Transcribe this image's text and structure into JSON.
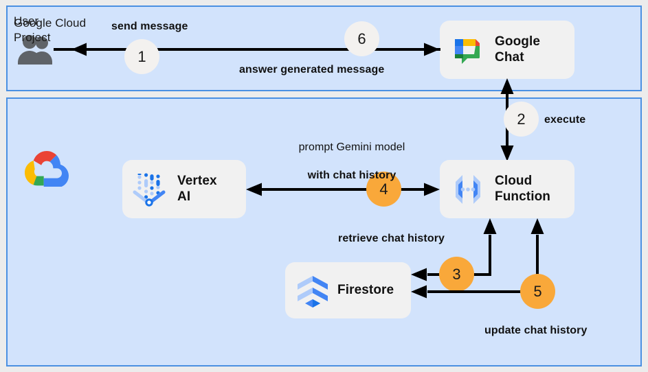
{
  "panels": {
    "user": {
      "title": "User"
    },
    "gcp": {
      "title": "Google Cloud\nProject"
    }
  },
  "cards": {
    "google_chat": {
      "label": "Google\nChat",
      "icon": "google-chat-logo"
    },
    "vertex_ai": {
      "label": "Vertex\nAI",
      "icon": "vertex-ai-logo"
    },
    "cloud_function": {
      "label": "Cloud\nFunction",
      "icon": "cloud-functions-logo"
    },
    "firestore": {
      "label": "Firestore",
      "icon": "firestore-logo"
    }
  },
  "icons": {
    "user": "users-icon",
    "google_cloud": "google-cloud-logo"
  },
  "flows": [
    {
      "step": "1",
      "label": "send message",
      "badge_style": "plain"
    },
    {
      "step": "2",
      "label": "execute",
      "badge_style": "plain"
    },
    {
      "step": "3",
      "label": "retrieve chat history",
      "badge_style": "accent"
    },
    {
      "step": "4",
      "label": "prompt Gemini model",
      "label2": "with chat history",
      "badge_style": "accent"
    },
    {
      "step": "5",
      "label": "update chat history",
      "badge_style": "accent"
    },
    {
      "step": "6",
      "label": "answer generated message",
      "badge_style": "plain"
    }
  ],
  "colors": {
    "panel_fill": "#d2e3fc",
    "panel_border": "#4a90e2",
    "card_fill": "#f1f1f1",
    "badge_accent": "#f9a83a",
    "badge_plain": "#f3f1ef",
    "arrow": "#000000",
    "page_background": "#ececec"
  }
}
